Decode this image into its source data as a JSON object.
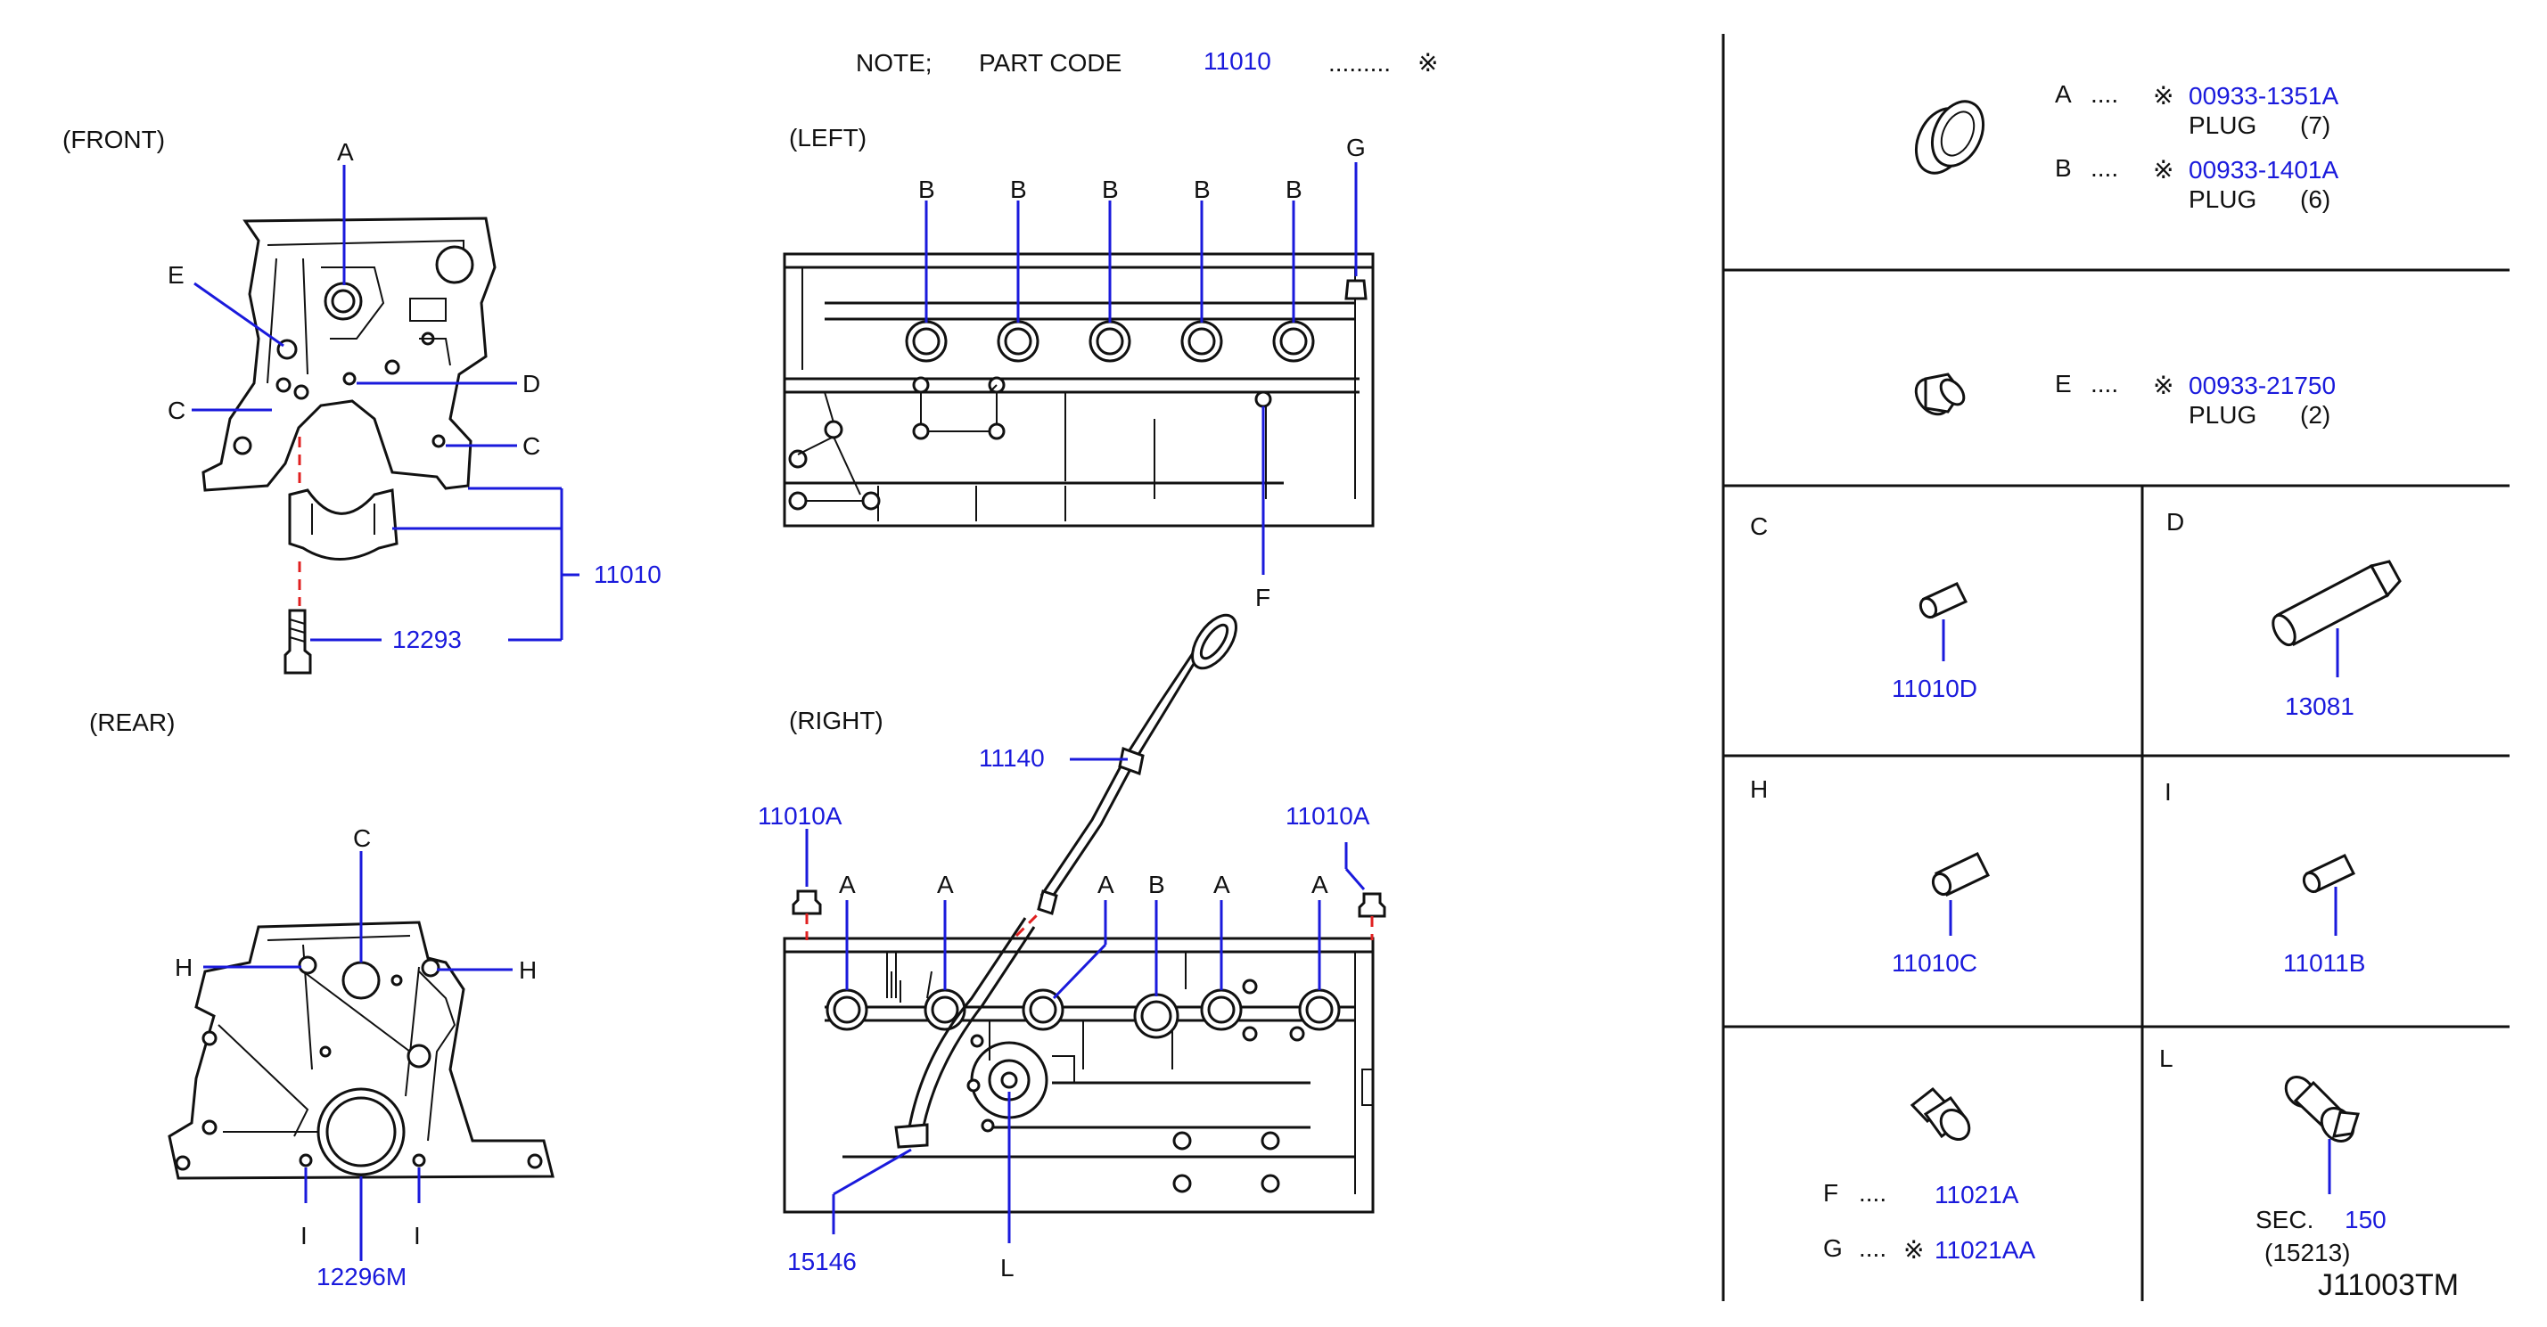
{
  "note": {
    "label": "NOTE;",
    "part_label": "PART   CODE",
    "code": "11010",
    "dots": ".........",
    "mark": "※"
  },
  "views": {
    "front": "(FRONT)",
    "rear": "(REAR)",
    "left": "(LEFT)",
    "right": "(RIGHT)"
  },
  "front_callouts": {
    "a": "A",
    "e": "E",
    "d": "D",
    "c1": "C",
    "c2": "C",
    "part1": "11010",
    "part2": "12293"
  },
  "rear_callouts": {
    "c": "C",
    "h1": "H",
    "h2": "H",
    "i1": "I",
    "i2": "I",
    "part": "12296M"
  },
  "left_callouts": {
    "b": "B",
    "g": "G",
    "f": "F"
  },
  "right_callouts": {
    "p11140": "11140",
    "p11010a_l": "11010A",
    "p11010a_r": "11010A",
    "a": "A",
    "b": "B",
    "p15146": "15146",
    "l": "L"
  },
  "legend": {
    "a": {
      "letter": "A",
      "dots": "....",
      "mark": "※",
      "code": "00933-1351A",
      "name": "PLUG",
      "qty": "(7)"
    },
    "b": {
      "letter": "B",
      "dots": "....",
      "mark": "※",
      "code": "00933-1401A",
      "name": "PLUG",
      "qty": "(6)"
    },
    "e": {
      "letter": "E",
      "dots": "....",
      "mark": "※",
      "code": "00933-21750",
      "name": "PLUG",
      "qty": "(2)"
    },
    "c": {
      "letter": "C",
      "code": "11010D"
    },
    "d": {
      "letter": "D",
      "code": "13081"
    },
    "h": {
      "letter": "H",
      "code": "11010C"
    },
    "i": {
      "letter": "I",
      "code": "11011B"
    },
    "f": {
      "letter": "F",
      "dots": "....",
      "code": "11021A"
    },
    "g": {
      "letter": "G",
      "dots": "....",
      "mark": "※",
      "code": "11021AA"
    },
    "l": {
      "letter": "L",
      "sec_label": "SEC.",
      "sec_code": "150",
      "sub": "(15213)"
    }
  },
  "diagram_id": "J11003TM"
}
